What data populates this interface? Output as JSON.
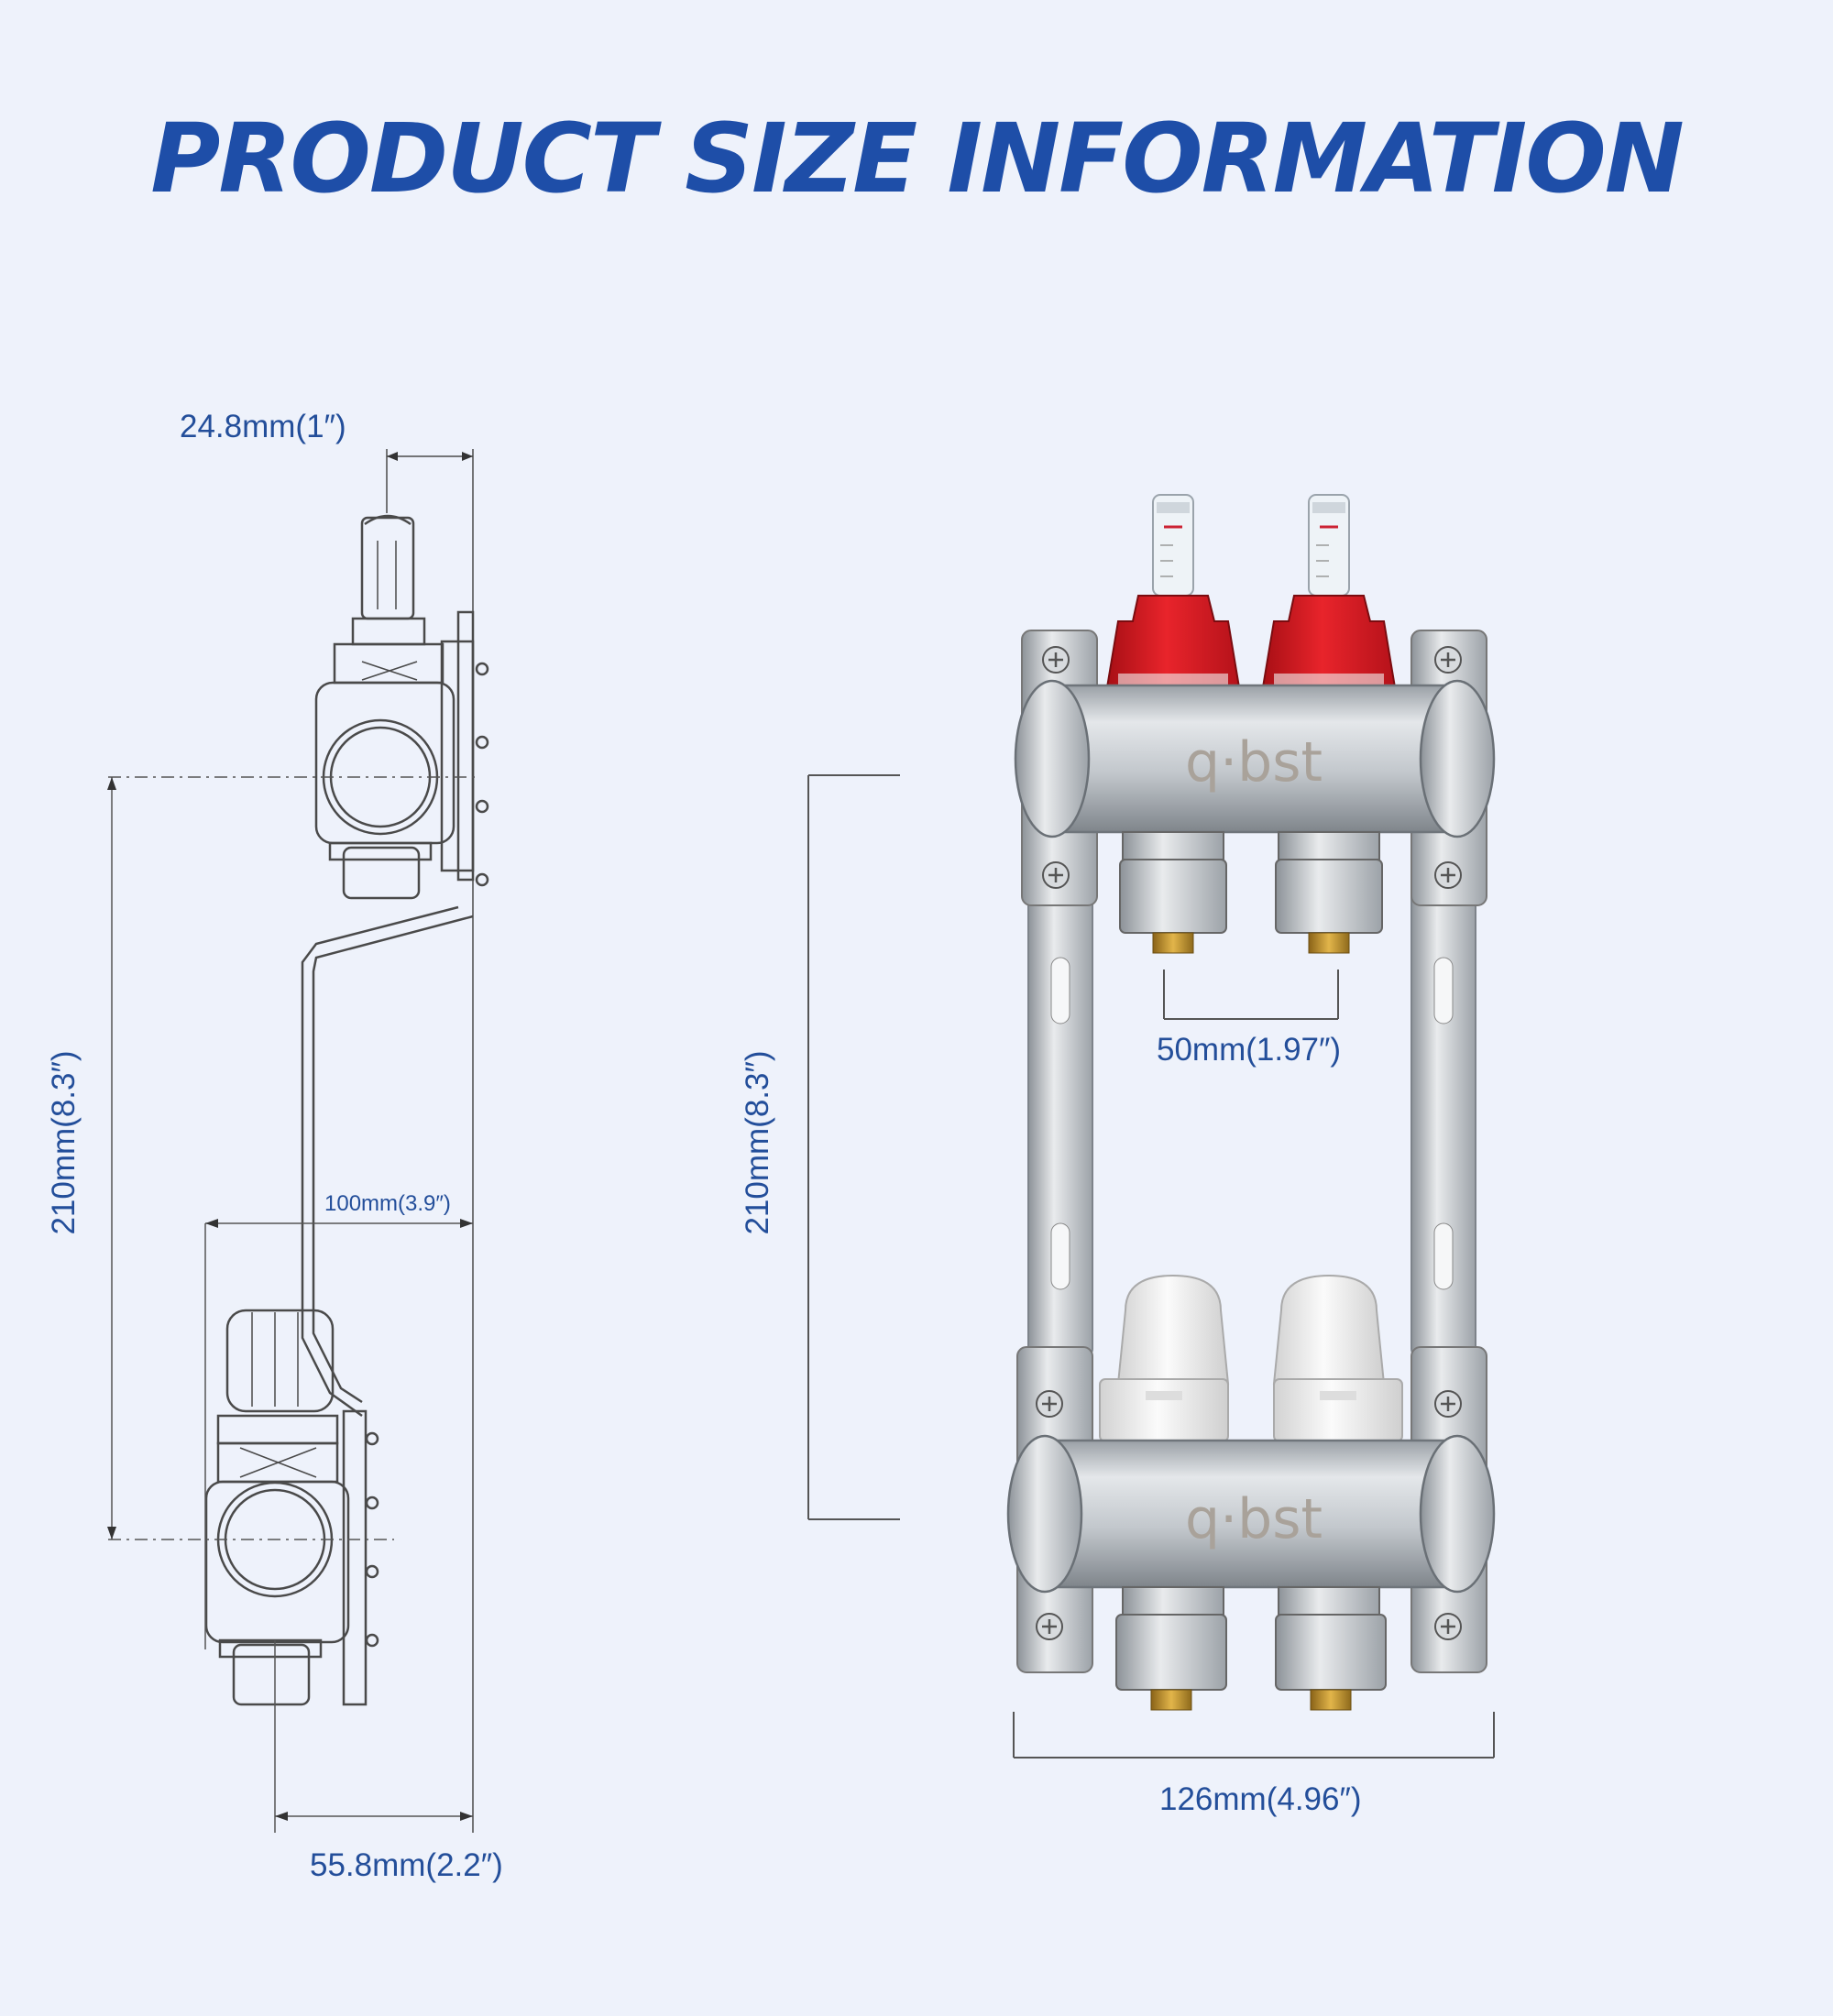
{
  "title": "PRODUCT SIZE INFORMATION",
  "dimensions": {
    "top_offset": "24.8mm(1″)",
    "center_height_left": "210mm(8.3″)",
    "bracket_offset": "100mm(3.9″)",
    "depth": "55.8mm(2.2″)",
    "center_height_right": "210mm(8.3″)",
    "outlet_spacing": "50mm(1.97″)",
    "width": "126mm(4.96″)"
  },
  "brand": {
    "logo_text": "q·bst"
  },
  "colors": {
    "title": "#1e4ea8",
    "dimension_text": "#234e9a",
    "flowmeter_red": "#d9161e",
    "valve_white": "#f1f1f1",
    "steel": "#c4c9ce",
    "brass": "#c9962e"
  }
}
